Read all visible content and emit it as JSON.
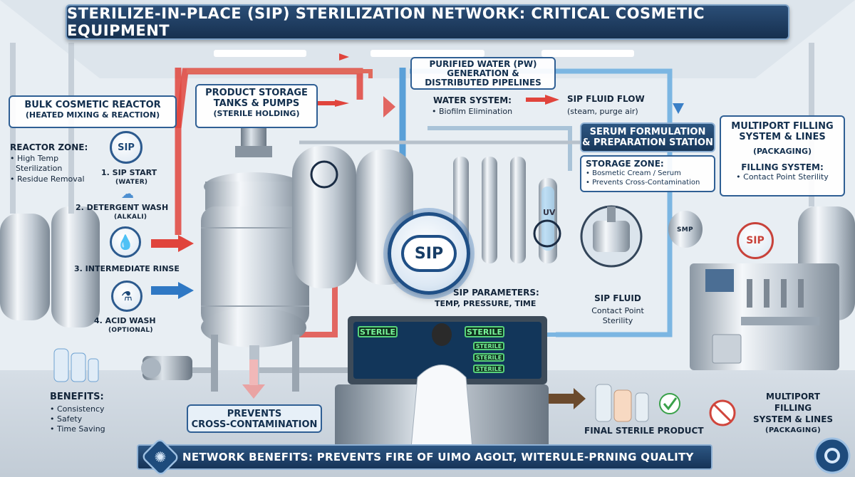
{
  "title": "STERILIZE-IN-PLACE (SIP) STERILIZATION NETWORK: CRITICAL COSMETIC EQUIPMENT",
  "reactor": {
    "title": "BULK COSMETIC REACTOR",
    "subtitle": "(HEATED MIXING & REACTION)",
    "zone_heading": "REACTOR ZONE:",
    "zone_items": [
      "• High Temp",
      "  Sterilization",
      "• Residue Removal"
    ]
  },
  "storage": {
    "title": "PRODUCT STORAGE",
    "title2": "TANKS & PUMPS",
    "subtitle": "(STERILE HOLDING)"
  },
  "pw": {
    "title1": "PURIFIED WATER (PW)",
    "title2": "GENERATION &",
    "title3": "DISTRIBUTED PIPELINES",
    "water_heading": "WATER SYSTEM:",
    "water_item": "• Biofilm Elimination",
    "flow_heading": "SIP FLUID FLOW",
    "flow_sub": "(steam, purge air)"
  },
  "serum": {
    "title1": "SERUM FORMULATION",
    "title2": "& PREPARATION STATION",
    "zone_heading": "STORAGE ZONE:",
    "zone_items": [
      "• Bosmetic Cream / Serum",
      "• Prevents Cross-Contamination"
    ]
  },
  "filling": {
    "title1": "MULTIPORT FILLING",
    "title2": "SYSTEM & LINES",
    "subtitle": "(PACKAGING)",
    "sys_heading": "FILLING SYSTEM:",
    "sys_item": "• Contact Point Sterility",
    "footer1": "MULTIPORT",
    "footer2": "FILLING",
    "footer3": "SYSTEM & LINES",
    "footer4": "(PACKAGING)"
  },
  "steps": [
    {
      "label": "1. SIP START",
      "sub": "(WATER)",
      "icon": "SIP"
    },
    {
      "label": "2. DETERGENT WASH",
      "sub": "(ALKALI)"
    },
    {
      "label": "3. INTERMEDIATE RINSE"
    },
    {
      "label": "4. ACID WASH",
      "sub": "(OPTIONAL)"
    }
  ],
  "center": {
    "sip": "SIP",
    "params1": "SIP PARAMETERS:",
    "params2": "TEMP, PRESSURE, TIME",
    "fluid1": "SIP FLUID",
    "fluid2": "Contact Point",
    "fluid3": "Sterility",
    "uv": "UV",
    "smp": "SMP"
  },
  "console": {
    "sterile_a": "STERILE",
    "sterile_b": "STERILE",
    "sterile_c": "STERILE",
    "sterile_d": "STERILE",
    "sterile_e": "STERILE"
  },
  "benefits": {
    "heading": "BENEFITS:",
    "items": [
      "• Consistency",
      "• Safety",
      "• Time Saving"
    ]
  },
  "prevents": {
    "line1": "PREVENTS",
    "line2": "CROSS-CONTAMINATION"
  },
  "final_product": "FINAL STERILE PRODUCT",
  "filling_badge": "SIP",
  "bottom": "NETWORK BENEFITS: PREVENTS FIRE OF UIMO AGOLT, WITERULE-PRNING QUALITY",
  "colors": {
    "navy": "#18375a",
    "accent_blue": "#2f5f94",
    "hot_pipe": "#e0443c",
    "cold_pipe": "#5aa0d8"
  }
}
